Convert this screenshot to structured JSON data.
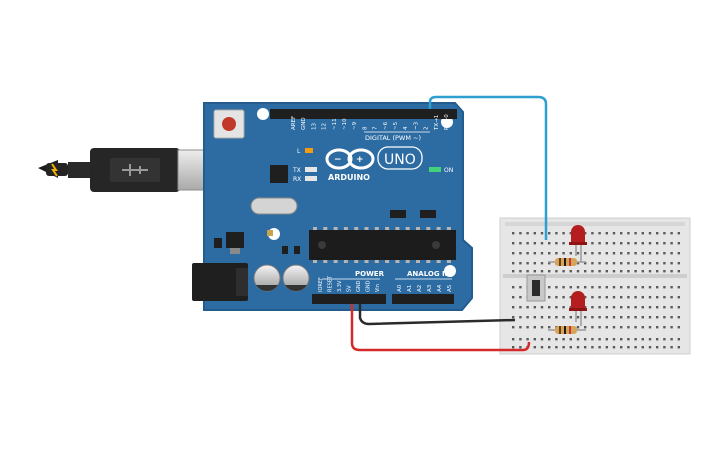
{
  "board": {
    "brand": "ARDUINO",
    "model": "UNO",
    "digital_label": "DIGITAL (PWM ~)",
    "power_label": "POWER",
    "analog_label": "ANALOG IN",
    "on_label": "ON",
    "l_label": "L",
    "tx_label": "TX",
    "rx_label": "RX",
    "digital_pins": [
      "AREF",
      "GND",
      "13",
      "12",
      "~11",
      "~10",
      "~9",
      "8",
      "7",
      "~6",
      "~5",
      "4",
      "~3",
      "2",
      "TX→1",
      "RX←0"
    ],
    "power_pins": [
      "IOREF",
      "RESET",
      "3.3V",
      "5V",
      "GND",
      "GND",
      "Vin"
    ],
    "analog_pins": [
      "A0",
      "A1",
      "A2",
      "A3",
      "A4",
      "A5"
    ]
  },
  "colors": {
    "board": "#2c6ca3",
    "board_edge": "#245c8e",
    "wire_blue": "#2e9fd1",
    "wire_black": "#2b2b2b",
    "wire_red": "#d42a2a",
    "led": "#b41e1e",
    "breadboard": "#e6e6e6"
  },
  "icons": [
    "usb-cable-icon",
    "reset-button-icon",
    "arduino-infinity-logo-icon",
    "led-icon",
    "resistor-icon",
    "pushbutton-icon"
  ]
}
